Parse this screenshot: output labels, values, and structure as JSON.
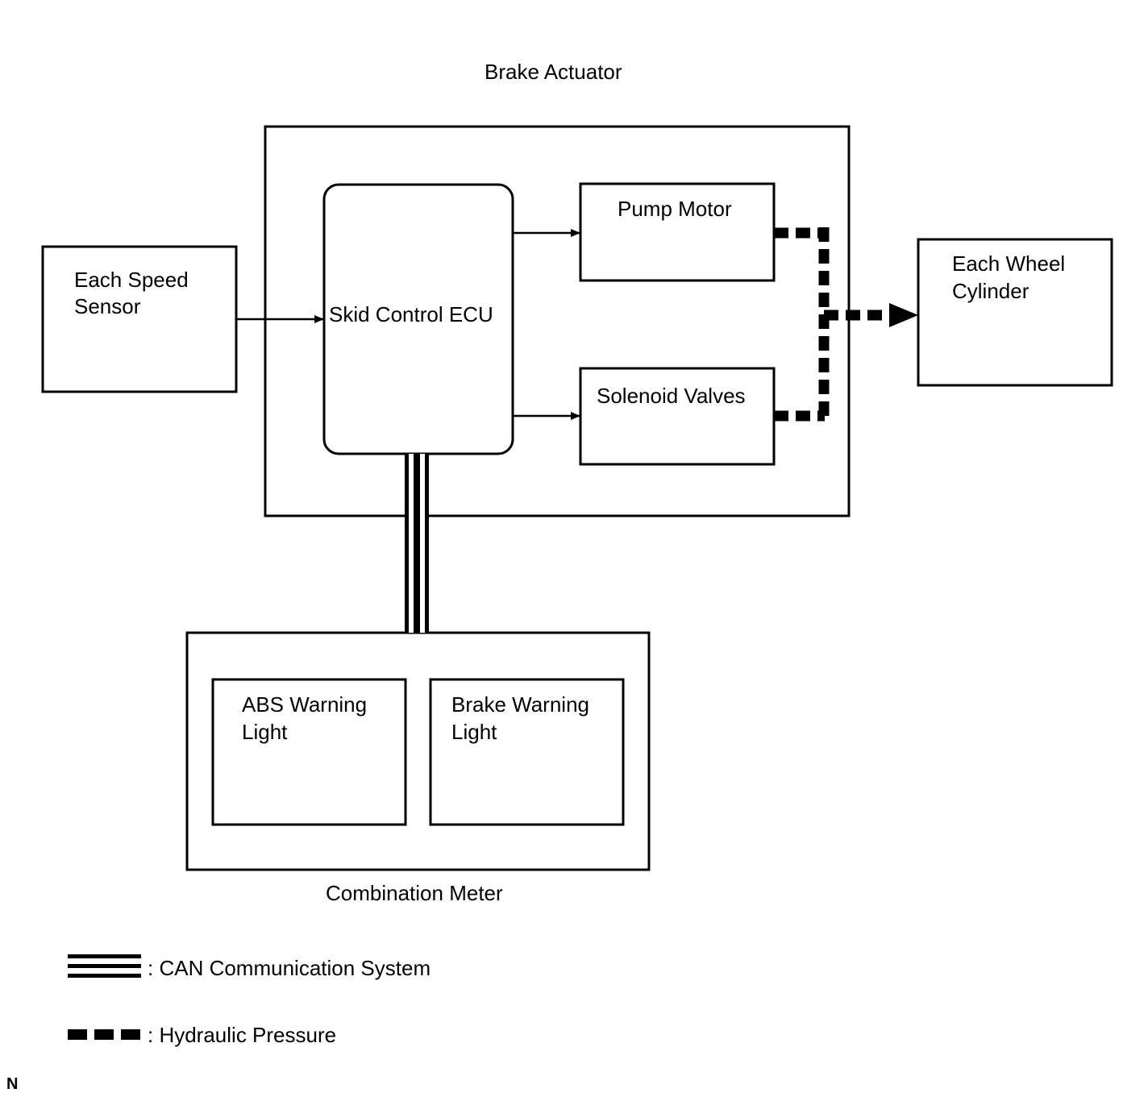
{
  "diagram": {
    "brake_actuator_label": "Brake Actuator",
    "combination_meter_label": "Combination Meter",
    "corner_mark": "N",
    "blocks": {
      "each_speed_sensor": [
        "Each Speed",
        "Sensor"
      ],
      "skid_control_ecu": "Skid Control ECU",
      "pump_motor": "Pump Motor",
      "solenoid_valves": "Solenoid Valves",
      "each_wheel_cylinder": [
        "Each Wheel",
        "Cylinder"
      ],
      "abs_warning_light": [
        "ABS Warning",
        "Light"
      ],
      "brake_warning_light": [
        "Brake Warning",
        "Light"
      ]
    }
  },
  "legend": {
    "can_label": ": CAN Communication System",
    "hydraulic_label": ": Hydraulic Pressure"
  },
  "colors": {
    "line": "#000000",
    "background": "#ffffff"
  }
}
